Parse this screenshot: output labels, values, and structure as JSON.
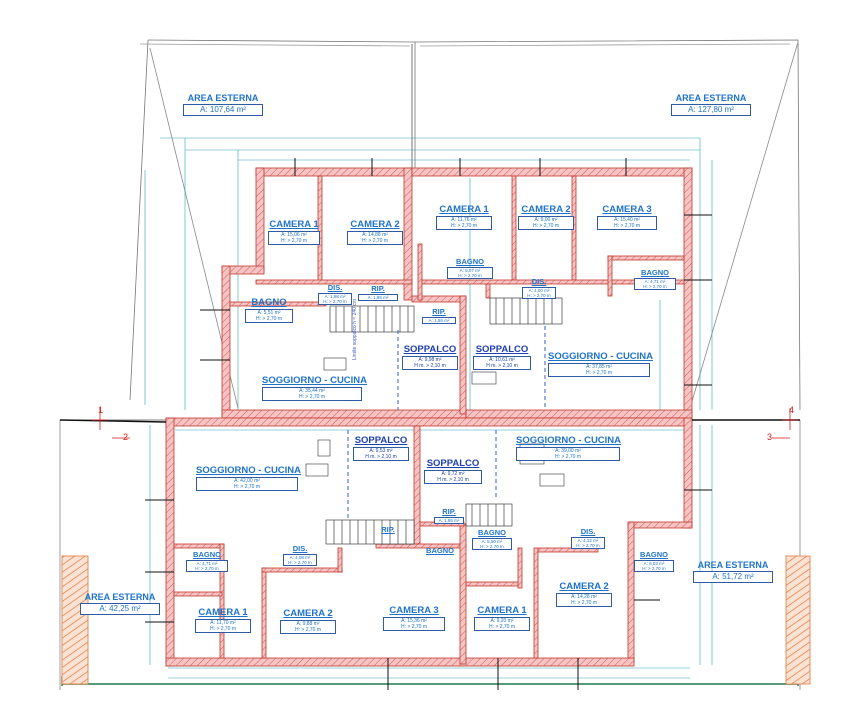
{
  "rooms": [
    {
      "name": "CAMERA 1",
      "area": "A: 15,06 m²",
      "height": "H: > 2,70 m",
      "kind": "room"
    },
    {
      "name": "CAMERA 2",
      "area": "A: 14,88 m²",
      "height": "H: > 2,70 m",
      "kind": "room"
    },
    {
      "name": "BAGNO",
      "area": "A: 5,51 m²",
      "height": "H: > 2,70 m",
      "kind": "room"
    },
    {
      "name": "DIS.",
      "area": "A: 1,98 m²",
      "height": "H: > 2,70 m",
      "kind": "room"
    },
    {
      "name": "RIP.",
      "area": "A: 1,85 m²",
      "height": "",
      "kind": "room"
    },
    {
      "name": "SOGGIORNO - CUCINA",
      "area": "A: 35,44 m²",
      "height": "H: > 2,70 m",
      "kind": "room"
    },
    {
      "name": "SOPPALCO",
      "area": "A: 9,98 m²",
      "height": "H m. > 2,10 m",
      "kind": "sop"
    },
    {
      "name": "RIP.",
      "area": "A: 1,55 m²",
      "height": "",
      "kind": "room"
    },
    {
      "name": "CAMERA 1",
      "area": "A: 11,76 m²",
      "height": "H: > 2,70 m",
      "kind": "room"
    },
    {
      "name": "CAMERA 2",
      "area": "A: 9,00 m²",
      "height": "H: > 2,70 m",
      "kind": "room"
    },
    {
      "name": "CAMERA 3",
      "area": "A: 15,40 m²",
      "height": "H: > 2,70 m",
      "kind": "room"
    },
    {
      "name": "BAGNO",
      "area": "A: 5,07 m²",
      "height": "H: > 2,70 m",
      "kind": "room"
    },
    {
      "name": "DIS.",
      "area": "A: 4,00 m²",
      "height": "H: > 2,70 m",
      "kind": "room"
    },
    {
      "name": "BAGNO",
      "area": "A: 4,71 m²",
      "height": "H: > 2,70 m",
      "kind": "room"
    },
    {
      "name": "SOPPALCO",
      "area": "A: 10,61 m²",
      "height": "H m. > 2,10 m",
      "kind": "sop"
    },
    {
      "name": "SOGGIORNO - CUCINA",
      "area": "A: 37,85 m²",
      "height": "H: > 2,70 m",
      "kind": "room"
    },
    {
      "name": "SOGGIORNO - CUCINA",
      "area": "A: 42,00 m²",
      "height": "H: > 2,70 m",
      "kind": "room"
    },
    {
      "name": "SOPPALCO",
      "area": "A: 9,53 m²",
      "height": "H m. > 2,10 m",
      "kind": "sop"
    },
    {
      "name": "SOPPALCO",
      "area": "A: 9,72 m²",
      "height": "H m. > 2,10 m",
      "kind": "sop"
    },
    {
      "name": "SOGGIORNO - CUCINA",
      "area": "A: 39,00 m²",
      "height": "H: > 2,70 m",
      "kind": "room"
    },
    {
      "name": "RIP.",
      "area": "A: 1,85 m²",
      "height": "",
      "kind": "room"
    },
    {
      "name": "RIP.",
      "area": "",
      "height": "",
      "kind": "room"
    },
    {
      "name": "BAGNO",
      "area": "A: 4,71 m²",
      "height": "H: > 2,70 m",
      "kind": "room"
    },
    {
      "name": "DIS.",
      "area": "A: 4,08 m²",
      "height": "H: > 2,70 m",
      "kind": "room"
    },
    {
      "name": "BAGNO",
      "area": "",
      "height": "",
      "kind": "room"
    },
    {
      "name": "BAGNO",
      "area": "A: 5,50 m²",
      "height": "H: > 2,70 m",
      "kind": "room"
    },
    {
      "name": "DIS.",
      "area": "A: 4,12 m²",
      "height": "H: > 2,70 m",
      "kind": "room"
    },
    {
      "name": "BAGNO",
      "area": "A: 6,03 m²",
      "height": "H: > 2,70 m",
      "kind": "room"
    },
    {
      "name": "CAMERA 1",
      "area": "A: 11,70 m²",
      "height": "H: > 2,70 m",
      "kind": "room"
    },
    {
      "name": "CAMERA 2",
      "area": "A: 9,88 m²",
      "height": "H: > 2,70 m",
      "kind": "room"
    },
    {
      "name": "CAMERA 3",
      "area": "A: 15,36 m²",
      "height": "H: > 2,70 m",
      "kind": "room"
    },
    {
      "name": "CAMERA 1",
      "area": "A: 9,20 m²",
      "height": "H: > 2,70 m",
      "kind": "room"
    },
    {
      "name": "CAMERA 2",
      "area": "A: 14,28 m²",
      "height": "H: > 2,70 m",
      "kind": "room"
    }
  ],
  "exterior": [
    {
      "name": "AREA ESTERNA",
      "area": "A: 107,64 m²"
    },
    {
      "name": "AREA ESTERNA",
      "area": "A: 127,80 m²"
    },
    {
      "name": "AREA ESTERNA",
      "area": "A: 42,25 m²"
    },
    {
      "name": "AREA ESTERNA",
      "area": "A: 51,72 m²"
    }
  ],
  "section_markers": [
    "1",
    "2",
    "3",
    "4"
  ],
  "stair_note": "Limite soppalco h = 240 cm",
  "colors": {
    "wall_fill": "#f4b3b3",
    "wall_line": "#c0392b",
    "room_text": "#1f73c9",
    "loft_text": "#1e3fb0",
    "dimension": "#2aa3b8",
    "boundary": "#1d7a4a"
  }
}
